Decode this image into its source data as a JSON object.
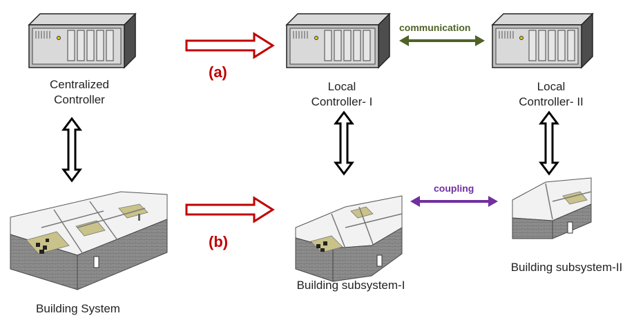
{
  "labels": {
    "centralized_controller": [
      "Centralized",
      "Controller"
    ],
    "local_controller_1": [
      "Local",
      "Controller- I"
    ],
    "local_controller_2": [
      "Local",
      "Controller- II"
    ],
    "building_system": "Building System",
    "building_subsystem_1": "Building subsystem-I",
    "building_subsystem_2": "Building subsystem-II"
  },
  "tags": {
    "a": "(a)",
    "b": "(b)",
    "communication": "communication",
    "coupling": "coupling"
  },
  "colors": {
    "transition_arrow": "#c00000",
    "communication": "#4f6228",
    "coupling": "#7030a0",
    "link": "#000000"
  }
}
